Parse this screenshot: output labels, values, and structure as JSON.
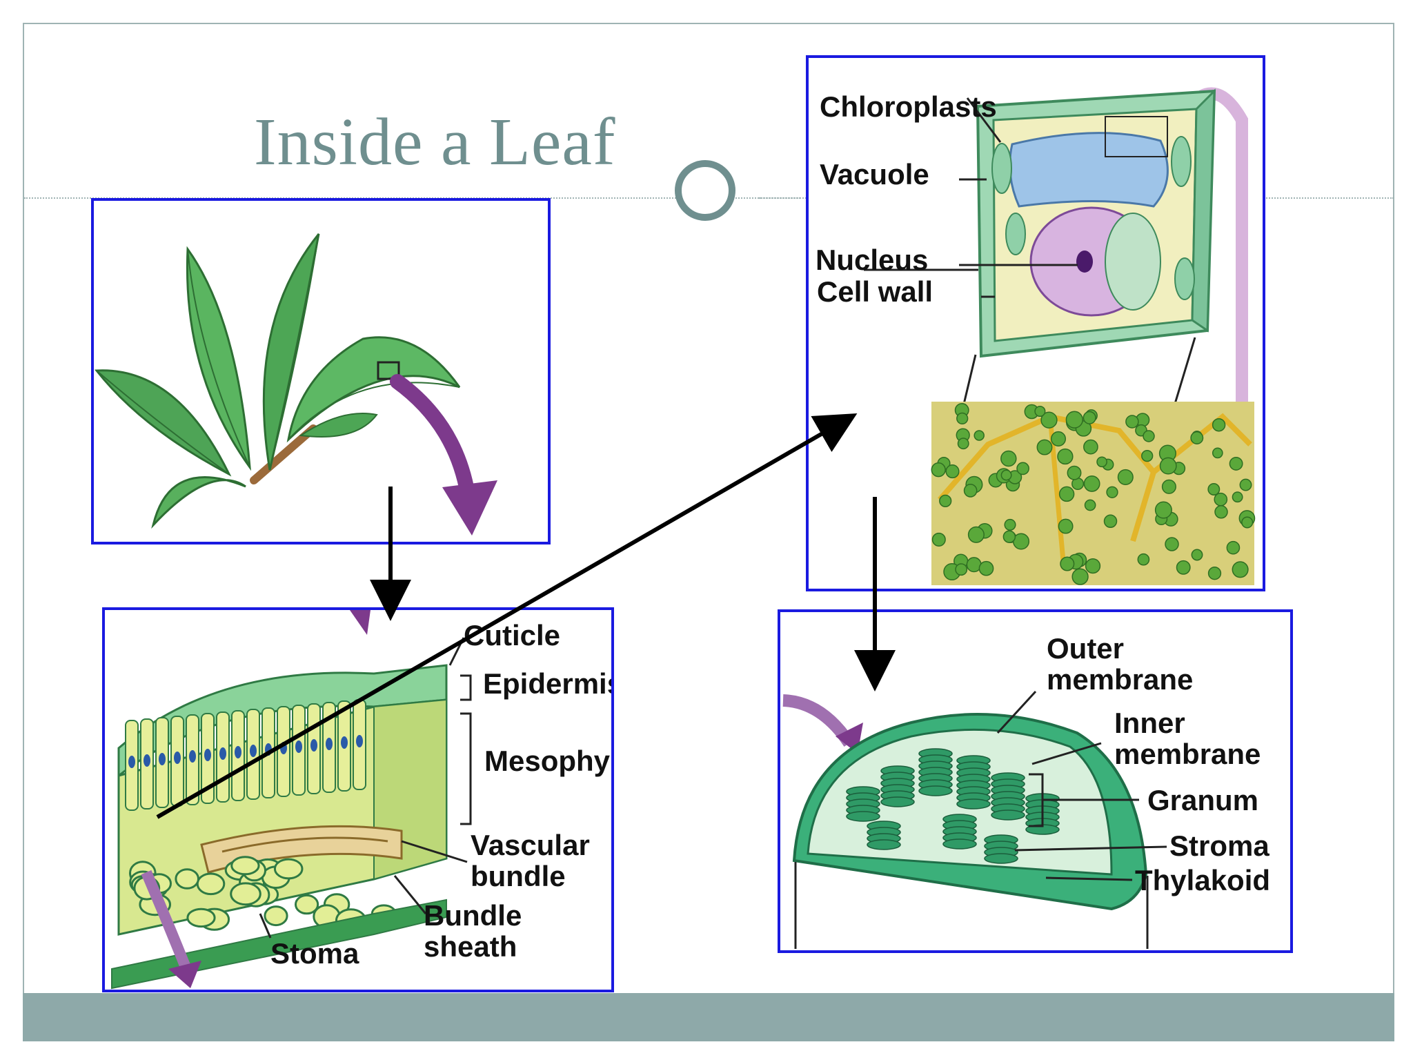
{
  "slide": {
    "title": "Inside a Leaf"
  },
  "colors": {
    "title": "#6f8f8f",
    "frame": "#1a1ae0",
    "band": "#8ea9a9",
    "leaf": "#3f9a4a",
    "arrow_purple": "#7d3a8c",
    "chloroplast": "#3bb07a"
  },
  "panels": {
    "plant": {},
    "plant_cell": {
      "labels": {
        "chloroplasts": "Chloroplasts",
        "vacuole": "Vacuole",
        "nucleus": "Nucleus",
        "cell_wall": "Cell wall"
      }
    },
    "leaf_section": {
      "labels": {
        "cuticle": "Cuticle",
        "epidermis": "Epidermis",
        "mesophyll": "Mesophyll",
        "vascular_bundle": "Vascular\nbundle",
        "bundle_sheath": "Bundle\nsheath",
        "stoma": "Stoma"
      }
    },
    "chloroplast": {
      "labels": {
        "outer_membrane": "Outer\nmembrane",
        "inner_membrane": "Inner\nmembrane",
        "granum": "Granum",
        "stroma": "Stroma",
        "thylakoid": "Thylakoid"
      }
    }
  }
}
